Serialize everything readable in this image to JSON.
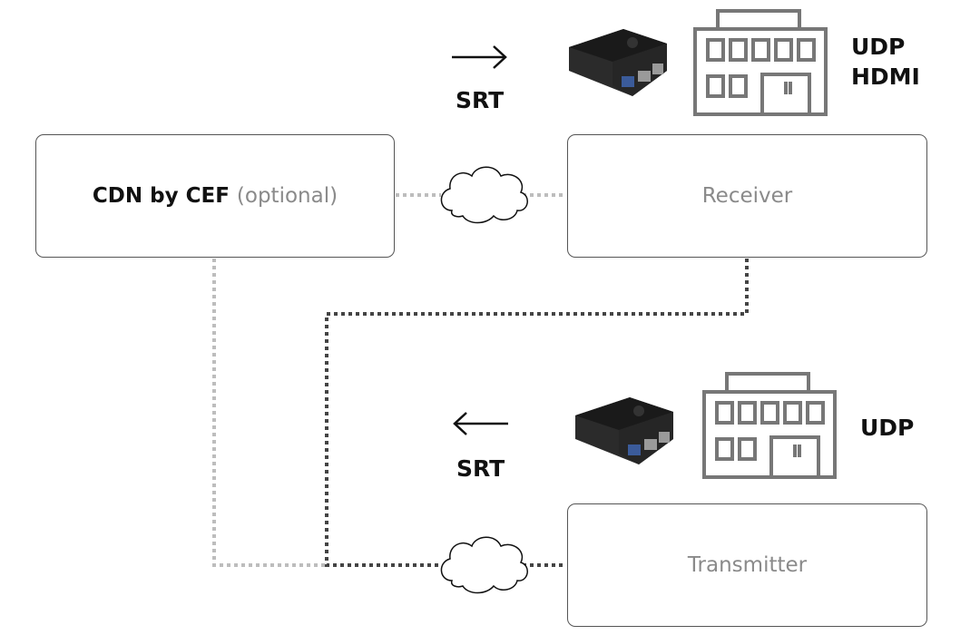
{
  "cdn_box": {
    "label_bold": "CDN by CEF",
    "label_light": "(optional)"
  },
  "receiver_box": {
    "label": "Receiver"
  },
  "transmitter_box": {
    "label": "Transmitter"
  },
  "top_flow": {
    "protocol": "SRT",
    "direction": "right",
    "outputs": [
      "UDP",
      "HDMI"
    ]
  },
  "bottom_flow": {
    "protocol": "SRT",
    "direction": "left",
    "outputs": [
      "UDP"
    ]
  },
  "colors": {
    "dark_line": "#444444",
    "light_line": "#bdbdbd",
    "icon_gray": "#777777",
    "device_black": "#1e1e1e"
  },
  "icons": [
    "arrow-right-icon",
    "arrow-left-icon",
    "mini-pc-icon",
    "building-icon",
    "cloud-icon"
  ]
}
